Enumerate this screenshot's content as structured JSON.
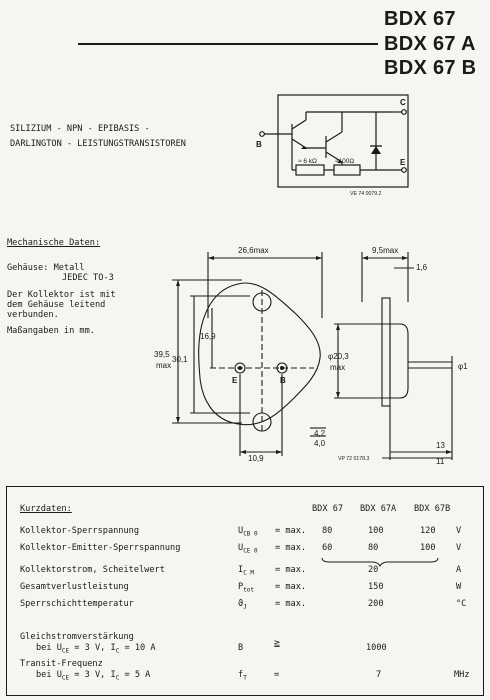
{
  "header": {
    "titles": [
      "BDX 67",
      "BDX 67 A",
      "BDX 67 B"
    ]
  },
  "description": {
    "line1": "SILIZIUM - NPN - EPIBASIS -",
    "line2": "DARLINGTON - LEISTUNGSTRANSISTOREN"
  },
  "circuit": {
    "label_b": "B",
    "label_c": "C",
    "label_e": "E",
    "r1": "≈ 6 kΩ",
    "r2": "≈100Ω",
    "ref": "VE 74 0079.2"
  },
  "mechanical": {
    "heading": "Mechanische Daten:",
    "housing_line1": "Gehäuse: Metall",
    "housing_line2": "JEDEC TO-3",
    "collector_line1": "Der Kollektor ist mit",
    "collector_line2": "dem Gehäuse leitend",
    "collector_line3": "verbunden.",
    "units": "Maßangaben in mm."
  },
  "drawing": {
    "dim_width": "26,6max",
    "dim_height_max": "39,5",
    "dim_height_max_label": "max",
    "dim_301": "30,1",
    "dim_169": "16,9",
    "dim_109": "10,9",
    "dim_42": "4,2",
    "dim_40": "4,0",
    "pin_e": "E",
    "pin_b": "B",
    "ref": "VP 72 0178.3",
    "side_95": "9,5max",
    "side_16": "1,6",
    "side_203": "φ20,3",
    "side_203_label": "max",
    "side_phi1": "φ1",
    "side_13": "13",
    "side_11": "11"
  },
  "kurzdaten": {
    "heading": "Kurzdaten:",
    "columns": [
      "BDX 67",
      "BDX 67A",
      "BDX 67B"
    ],
    "rows": [
      {
        "label": "Kollektor-Sperrspannung",
        "sym": "U",
        "sub": "CB 0",
        "rel": "= max.",
        "v1": "80",
        "v2": "100",
        "v3": "120",
        "unit": "V"
      },
      {
        "label": "Kollektor-Emitter-Sperrspannung",
        "sym": "U",
        "sub": "CE 0",
        "rel": "= max.",
        "v1": "60",
        "v2": "80",
        "v3": "100",
        "unit": "V"
      },
      {
        "label": "Kollektorstrom, Scheitelwert",
        "sym": "I",
        "sub": "C M",
        "rel": "= max.",
        "v1": "",
        "v2": "20",
        "v3": "",
        "unit": "A"
      },
      {
        "label": "Gesamtverlustleistung",
        "sym": "P",
        "sub": "tot",
        "rel": "= max.",
        "v1": "",
        "v2": "150",
        "v3": "",
        "unit": "W"
      },
      {
        "label": "Sperrschichttemperatur",
        "sym": "ϑ",
        "sub": "J",
        "rel": "= max.",
        "v1": "",
        "v2": "200",
        "v3": "",
        "unit": "°C"
      }
    ],
    "gain_label": "Gleichstromverstärkung",
    "gain_cond_pre": "bei U",
    "gain_cond_sub1": "CE",
    "gain_cond_mid": " = 3 V, I",
    "gain_cond_sub2": "C",
    "gain_cond_post": " = 10 A",
    "gain_sym": "B",
    "gain_rel": "≧",
    "gain_val": "1000",
    "freq_label": "Transit-Frequenz",
    "freq_cond_pre": "bei U",
    "freq_cond_sub1": "CE",
    "freq_cond_mid": " = 3 V, I",
    "freq_cond_sub2": "C",
    "freq_cond_post": " = 5 A",
    "freq_sym": "f",
    "freq_sub": "T",
    "freq_rel": "=",
    "freq_val": "7",
    "freq_unit": "MHz"
  }
}
